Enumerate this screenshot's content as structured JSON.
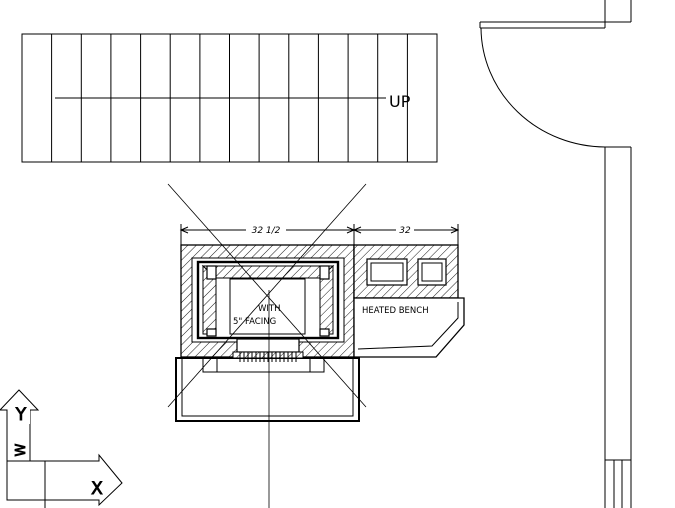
{
  "drawing": {
    "stair": {
      "label": "UP",
      "tread_count": 14
    },
    "dimensions": {
      "firebox_width": "32 1/2",
      "bench_width": "32"
    },
    "notes": {
      "facing_line1": "WITH",
      "facing_line2": "5\" FACING",
      "bench": "HEATED BENCH"
    },
    "ucs": {
      "y_label": "Y",
      "x_label": "X",
      "w_label": "W"
    },
    "colors": {
      "line": "#000000",
      "background": "#ffffff"
    }
  }
}
